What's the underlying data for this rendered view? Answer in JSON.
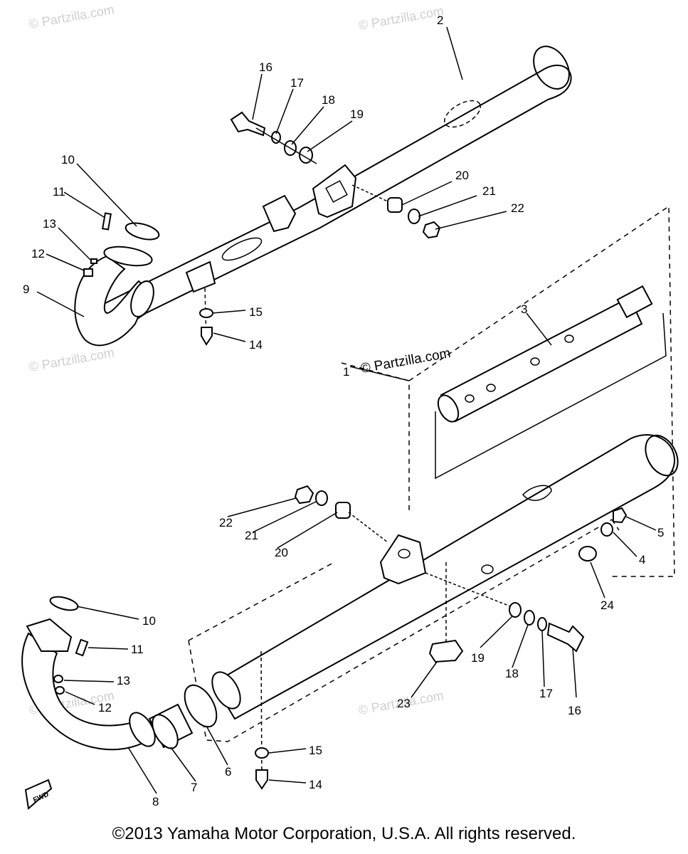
{
  "watermarks": [
    "© Partzilla.com",
    "© Partzilla.com",
    "© Partzilla.com",
    "© Partzilla.com",
    "© Partzilla.com"
  ],
  "center_watermark": "© Partzilla.com",
  "copyright": "©2013  Yamaha Motor Corporation, U.S.A. All rights reserved.",
  "fwd_badge": "FWD",
  "labels": {
    "l1": "1",
    "l2": "2",
    "l3": "3",
    "top_16": "16",
    "top_17": "17",
    "top_18": "18",
    "top_19": "19",
    "top_20": "20",
    "top_21": "21",
    "top_22": "22",
    "top_10": "10",
    "top_11": "11",
    "top_13": "13",
    "top_12": "12",
    "top_9": "9",
    "top_15": "15",
    "top_14": "14",
    "mid_22": "22",
    "mid_21": "21",
    "mid_20": "20",
    "r5": "5",
    "r4": "4",
    "r24": "24",
    "bot_10": "10",
    "bot_11": "11",
    "bot_13": "13",
    "bot_12": "12",
    "bot_19": "19",
    "bot_18": "18",
    "bot_17": "17",
    "bot_16": "16",
    "bot_23": "23",
    "bot_15": "15",
    "bot_14": "14",
    "l8": "8",
    "l7": "7",
    "l6": "6"
  }
}
